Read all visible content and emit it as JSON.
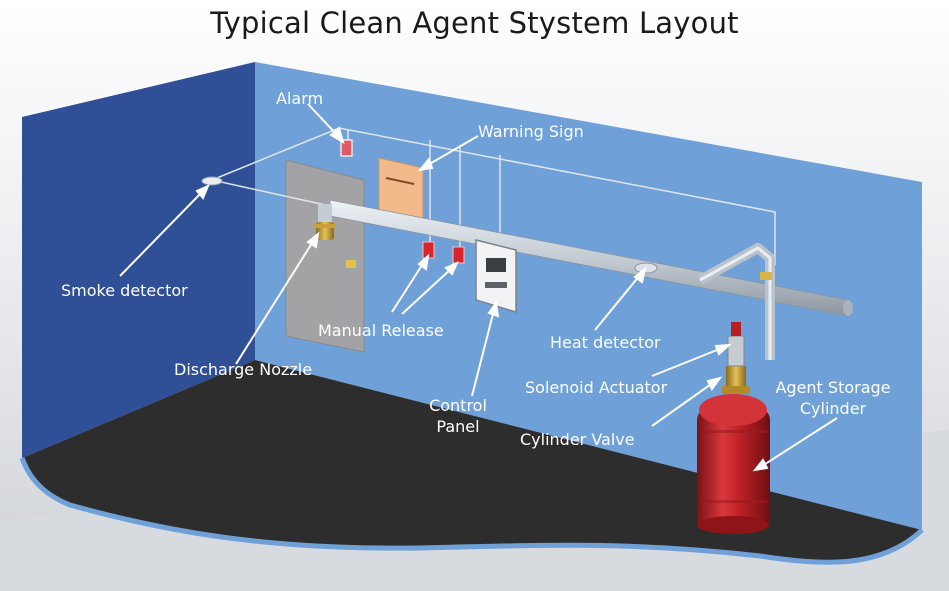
{
  "title": "Typical Clean Agent Stystem Layout",
  "labels": {
    "alarm": "Alarm",
    "warning_sign": "Warning Sign",
    "smoke_detector": "Smoke detector",
    "manual_release": "Manual Release",
    "discharge_nozzle": "Discharge Nozzle",
    "heat_detector": "Heat detector",
    "solenoid_actuator": "Solenoid Actuator",
    "agent_storage_cylinder_line1": "Agent Storage",
    "agent_storage_cylinder_line2": "Cylinder",
    "control_panel_line1": "Control",
    "control_panel_line2": "Panel",
    "cylinder_valve": "Cylinder Valve"
  },
  "colors": {
    "back_wall": "#6e9fd6",
    "left_wall": "#2e4f96",
    "floor": "#2c2c2c",
    "pipe": "#c9d3dc",
    "cylinder": "#c0242a",
    "warning_sign": "#f2b98a",
    "manual_release": "#d8242a"
  }
}
